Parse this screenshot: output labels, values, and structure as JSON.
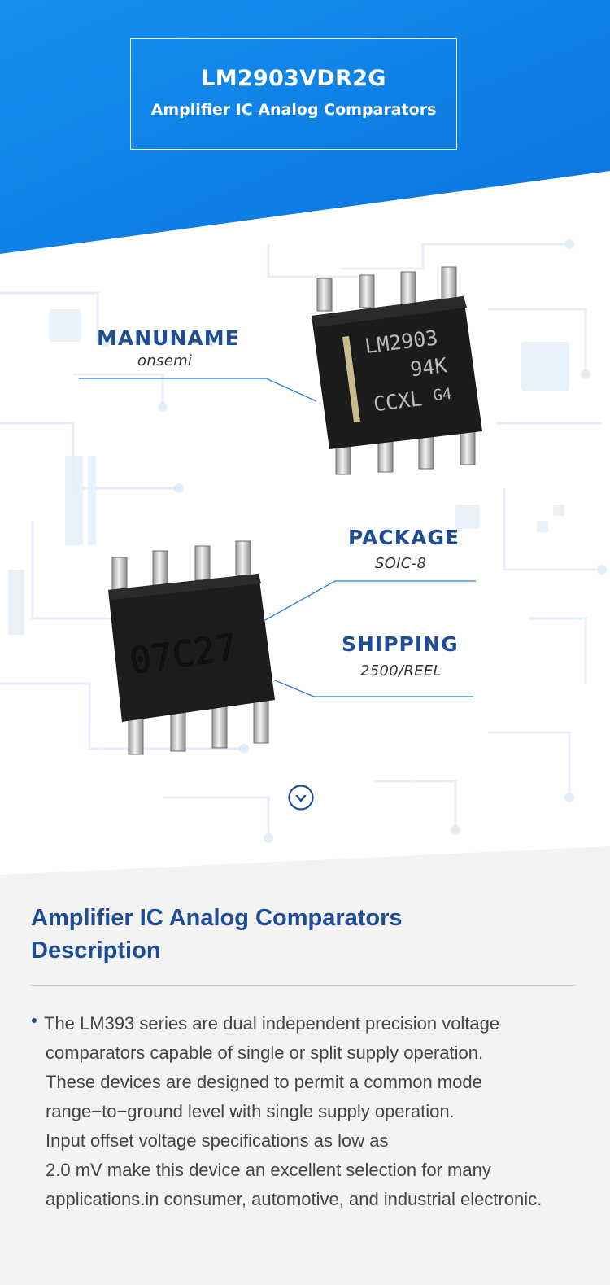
{
  "header": {
    "part_number": "LM2903VDR2G",
    "subtitle": "Amplifier IC Analog Comparators"
  },
  "specs": {
    "manufacturer": {
      "label": "MANUNAME",
      "value": "onsemi"
    },
    "package": {
      "label": "PACKAGE",
      "value": "SOIC-8"
    },
    "shipping": {
      "label": "SHIPPING",
      "value": "2500/REEL"
    }
  },
  "chips": {
    "top_marking": [
      "LM2903",
      "94K",
      "CCXL",
      "G4"
    ],
    "bottom_marking": "07C27"
  },
  "scroll_icon": "chevron-down-circle-icon",
  "description": {
    "title_line1": "Amplifier IC Analog Comparators",
    "title_line2": "Description",
    "lines": [
      "The LM393 series are dual independent precision voltage",
      "comparators capable of single or split supply operation.",
      "These devices are designed to permit a common mode",
      "range−to−ground level with single supply operation.",
      "Input offset voltage specifications as low as",
      "2.0 mV make this device an excellent selection for many",
      "applications.in consumer, automotive, and industrial electronic."
    ]
  },
  "colors": {
    "banner_blue": "#0d7fe6",
    "heading_blue": "#1e4d96",
    "leader_blue": "#2b7bd8",
    "desc_bg": "#f3f3f3"
  }
}
